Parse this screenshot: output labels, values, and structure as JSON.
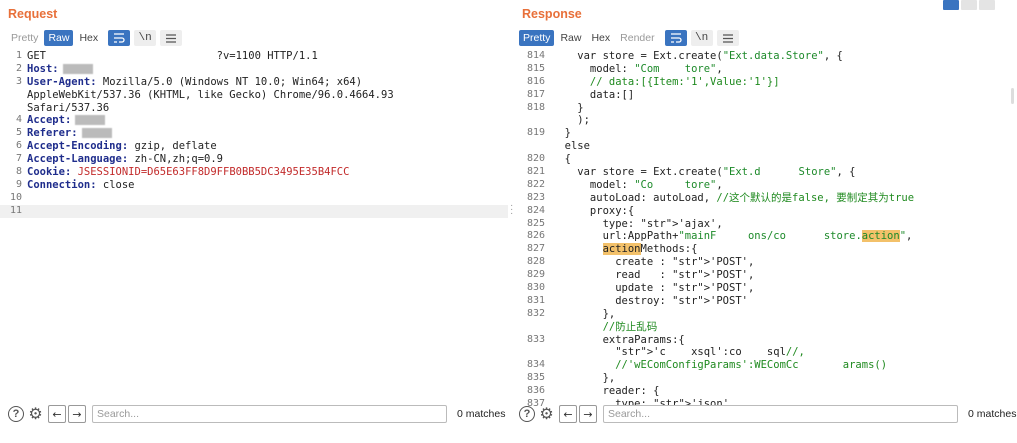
{
  "request": {
    "title": "Request",
    "tabs": [
      "Pretty",
      "Raw",
      "Hex"
    ],
    "active_tab": "Raw",
    "toolbar": {
      "wrap_icon": "wrap-lines-icon",
      "newline_label": "\\n",
      "menu_icon": "menu-icon"
    },
    "lines": [
      {
        "n": "1",
        "text": "GET                           ?v=1100 HTTP/1.1"
      },
      {
        "n": "2",
        "key": "Host",
        "val": ""
      },
      {
        "n": "3",
        "key": "User-Agent",
        "val": " Mozilla/5.0 (Windows NT 10.0; Win64; x64)"
      },
      {
        "n": "",
        "text": "AppleWebKit/537.36 (KHTML, like Gecko) Chrome/96.0.4664.93"
      },
      {
        "n": "",
        "text": "Safari/537.36"
      },
      {
        "n": "4",
        "key": "Accept",
        "val": ""
      },
      {
        "n": "5",
        "key": "Referer",
        "val": ""
      },
      {
        "n": "6",
        "key": "Accept-Encoding",
        "val": " gzip, deflate"
      },
      {
        "n": "7",
        "key": "Accept-Language",
        "val": " zh-CN,zh;q=0.9"
      },
      {
        "n": "8",
        "key": "Cookie",
        "val": " ",
        "cookie_name": "JSESSIONID",
        "cookie_val": "D65E63FF8D9FFB0BB5DC3495E35B4FCC"
      },
      {
        "n": "9",
        "key": "Connection",
        "val": " close"
      },
      {
        "n": "10",
        "text": ""
      },
      {
        "n": "11",
        "text": ""
      }
    ],
    "search": {
      "placeholder": "Search...",
      "matches": "0 matches"
    }
  },
  "response": {
    "title": "Response",
    "tabs": [
      "Pretty",
      "Raw",
      "Hex",
      "Render"
    ],
    "active_tab": "Pretty",
    "toolbar": {
      "wrap_icon": "wrap-lines-icon",
      "newline_label": "\\n",
      "menu_icon": "menu-icon"
    },
    "lines": [
      {
        "n": "814",
        "text": "    var store = Ext.create(\"Ext.data.Store\", {"
      },
      {
        "n": "815",
        "text": "      model: \"Com    tore\","
      },
      {
        "n": "816",
        "text": "      // data:[{Item:'1',Value:'1'}]"
      },
      {
        "n": "817",
        "text": "      data:[]"
      },
      {
        "n": "818",
        "text": "    }"
      },
      {
        "n": "",
        "text": "    );"
      },
      {
        "n": "819",
        "text": "  }"
      },
      {
        "n": "",
        "text": "  else"
      },
      {
        "n": "820",
        "text": "  {"
      },
      {
        "n": "821",
        "text": "    var store = Ext.create(\"Ext.d      Store\", {"
      },
      {
        "n": "822",
        "text": "      model: \"Co     tore\","
      },
      {
        "n": "823",
        "text": "      autoLoad: autoLoad, //这个默认的是false, 要制定其为true"
      },
      {
        "n": "824",
        "text": "      proxy:{"
      },
      {
        "n": "825",
        "text": "        type: 'ajax',"
      },
      {
        "n": "826",
        "text": "        url:AppPath+\"mainF     ons/co      store.action\","
      },
      {
        "n": "827",
        "text": "        actionMethods:{"
      },
      {
        "n": "828",
        "text": "          create : 'POST',"
      },
      {
        "n": "829",
        "text": "          read   : 'POST',"
      },
      {
        "n": "830",
        "text": "          update : 'POST',"
      },
      {
        "n": "831",
        "text": "          destroy: 'POST'"
      },
      {
        "n": "832",
        "text": "        },"
      },
      {
        "n": "",
        "text": "        //防止乱码"
      },
      {
        "n": "833",
        "text": "        extraParams:{"
      },
      {
        "n": "",
        "text": "          'c    xsql':co    sql//,"
      },
      {
        "n": "834",
        "text": "          //'wEComConfigParams':WEComCc       arams()"
      },
      {
        "n": "835",
        "text": "        },"
      },
      {
        "n": "836",
        "text": "        reader: {"
      },
      {
        "n": "837",
        "text": "          type: 'json',"
      }
    ],
    "search": {
      "placeholder": "Search...",
      "matches": "0 matches"
    }
  },
  "bottom_icons": {
    "help": "?",
    "settings": "gear-icon",
    "prev": "←",
    "next": "→"
  },
  "colors": {
    "accent": "#3a74c0",
    "title": "#e8703a",
    "header_key": "#1f2d8c",
    "cookie": "#c22a2a",
    "string": "#1d8a2a",
    "comment": "#1f8a1f",
    "highlight": "#f3c16a"
  }
}
